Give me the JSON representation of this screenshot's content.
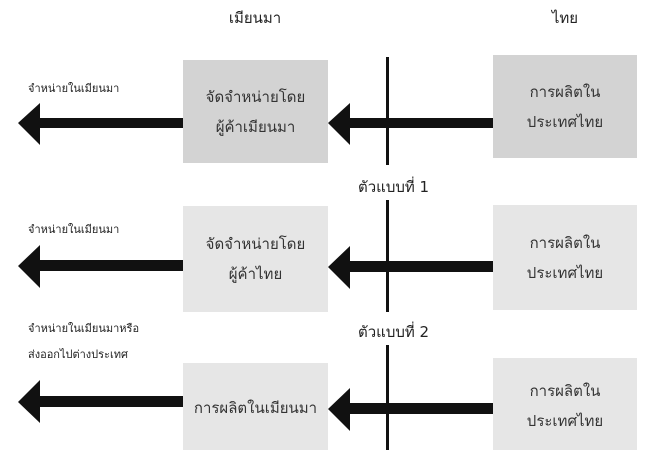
{
  "headers": {
    "myanmar": "เมียนมา",
    "thailand": "ไทย"
  },
  "rows": [
    {
      "model_label": "ตัวแบบที่ 1",
      "thai_box": "การผลิตใน\nประเทศไทย",
      "myanmar_box": "จัดจำหน่ายโดย\nผู้ค้าเมียนมา",
      "outcome_lines": [
        "จำหน่ายในเมียนมา"
      ]
    },
    {
      "model_label": "ตัวแบบที่ 2",
      "thai_box": "การผลิตใน\nประเทศไทย",
      "myanmar_box": "จัดจำหน่ายโดย\nผู้ค้าไทย",
      "outcome_lines": [
        "จำหน่ายในเมียนมา"
      ]
    },
    {
      "thai_box": "การผลิตใน\nประเทศไทย",
      "myanmar_box": "การผลิตในเมียนมา",
      "outcome_lines": [
        "จำหน่ายในเมียนมาหรือ",
        "ส่งออกไปต่างประเทศ"
      ]
    }
  ]
}
